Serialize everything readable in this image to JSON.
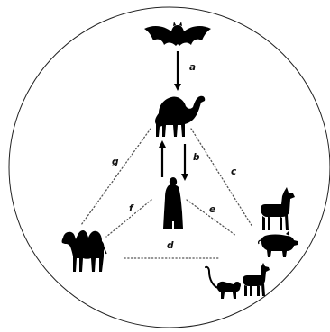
{
  "labels": {
    "a": "a",
    "b": "b",
    "c": "c",
    "d": "d",
    "e": "e",
    "f": "f",
    "g": "g"
  },
  "nodes": {
    "top": "bat-icon",
    "center": "dromedary-camel-icon",
    "middle": "human-icon",
    "left": "bactrian-camel-icon",
    "right": [
      "llama-icon",
      "pig-icon",
      "monkey-icon",
      "alpaca-icon"
    ]
  },
  "colors": {
    "background": "#ffffff",
    "ink": "#000000",
    "circle": "#222222",
    "dotted": "#555555"
  }
}
